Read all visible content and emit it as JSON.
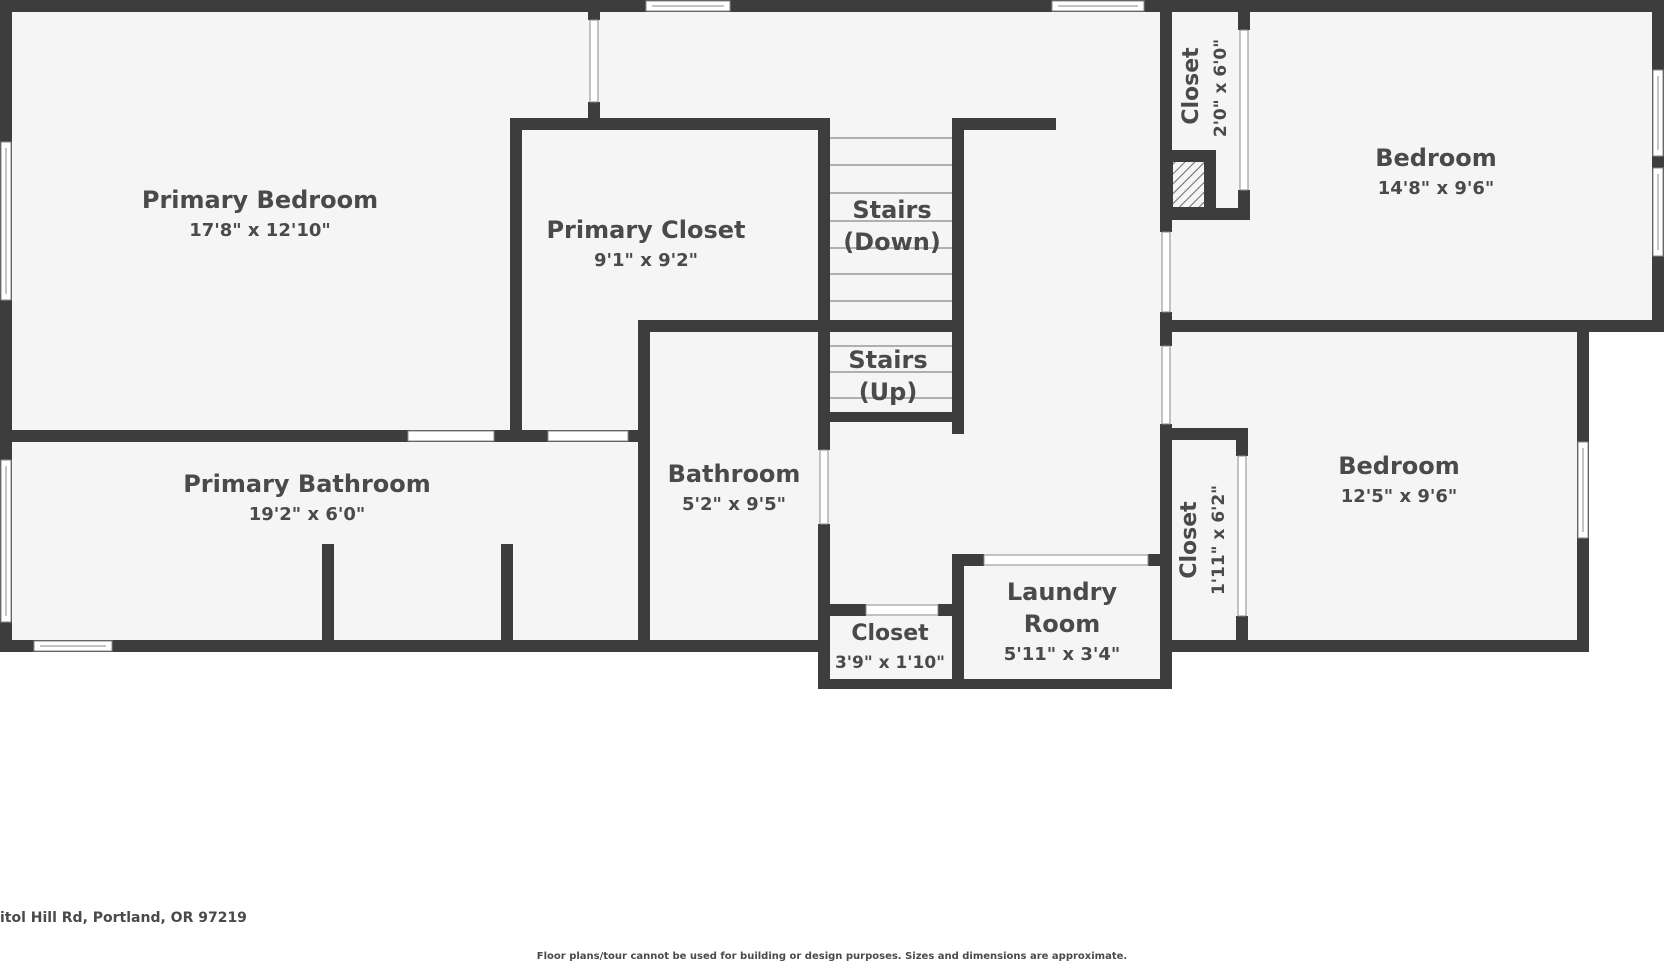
{
  "colors": {
    "wall": "#3d3d3d",
    "floor": "#f5f5f5",
    "opening": "#ffffff",
    "text": "#4a4a4a",
    "stair_line": "#9a9a9a"
  },
  "rooms": {
    "primary_bedroom": {
      "name": "Primary Bedroom",
      "dimensions": "17'8\" x 12'10\""
    },
    "primary_closet": {
      "name": "Primary Closet",
      "dimensions": "9'1\" x 9'2\""
    },
    "stairs_down": {
      "line1": "Stairs",
      "line2": "(Down)"
    },
    "stairs_up": {
      "line1": "Stairs",
      "line2": "(Up)"
    },
    "closet_top": {
      "name": "Closet",
      "dimensions": "2'0\" x 6'0\""
    },
    "bedroom_top": {
      "name": "Bedroom",
      "dimensions": "14'8\" x 9'6\""
    },
    "primary_bathroom": {
      "name": "Primary Bathroom",
      "dimensions": "19'2\" x 6'0\""
    },
    "bathroom": {
      "name": "Bathroom",
      "dimensions": "5'2\" x 9'5\""
    },
    "closet_right": {
      "name": "Closet",
      "dimensions": "1'11\" x 6'2\""
    },
    "bedroom_bottom": {
      "name": "Bedroom",
      "dimensions": "12'5\" x 9'6\""
    },
    "laundry_room": {
      "line1": "Laundry",
      "line2": "Room",
      "dimensions": "5'11\" x 3'4\""
    },
    "closet_small": {
      "name": "Closet",
      "dimensions": "3'9\" x 1'10\""
    }
  },
  "footer": {
    "address": "itol Hill Rd, Portland, OR 97219",
    "disclaimer": "Floor plans/tour cannot be used for building or design purposes. Sizes and dimensions are approximate."
  }
}
